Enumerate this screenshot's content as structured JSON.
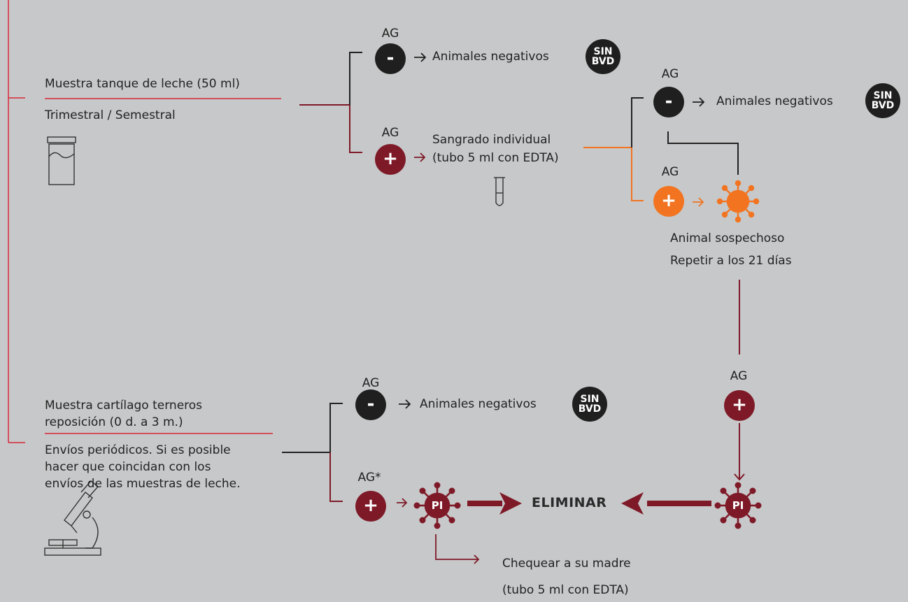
{
  "colors": {
    "background": "#c7c8c9",
    "crimson": "#7e1a28",
    "orange": "#f27420",
    "dark": "#1f1f1f",
    "accent_red": "#d62839"
  },
  "milk_sample": {
    "title": "Muestra tanque de leche (50 ml)",
    "frequency": "Trimestral / Semestral",
    "icon": "milk-container-icon"
  },
  "cartilage_sample": {
    "title_line1": "Muestra cartílago terneros",
    "title_line2": "reposición (0 d. a 3 m.)",
    "note_line1": "Envíos periódicos. Si es posible",
    "note_line2": "hacer que coincidan con los",
    "note_line3": "envíos de las muestras de leche.",
    "icon": "microscope-icon"
  },
  "test_label": "AG",
  "test_label_star": "AG*",
  "negative_symbol": "-",
  "positive_symbol": "+",
  "result_negative": "Animales negativos",
  "sin_bvd": {
    "line1": "SIN",
    "line2": "BVD"
  },
  "individual_bleeding": {
    "line1": "Sangrado individual",
    "line2": "(tubo 5 ml con EDTA)",
    "icon": "test-tube-icon"
  },
  "suspect": {
    "line1": "Animal sospechoso",
    "line2": "Repetir a los 21 días",
    "icon": "virus-icon"
  },
  "pi_label": "PI",
  "eliminate": "ELIMINAR",
  "check_mother": {
    "line1": "Chequear a su madre",
    "line2": "(tubo 5 ml con EDTA)"
  }
}
